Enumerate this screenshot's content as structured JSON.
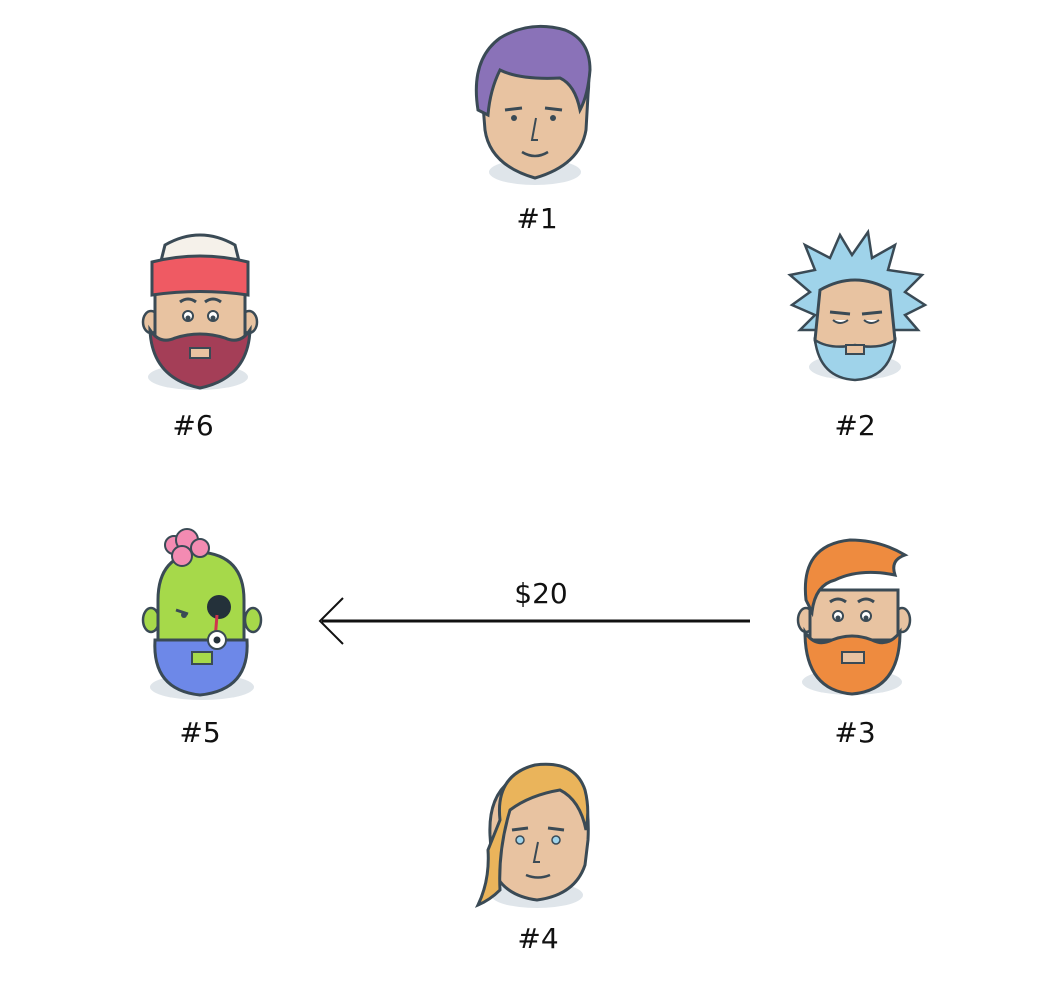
{
  "participants": [
    {
      "id": "p1",
      "label": "#1",
      "avatar": "purple-hair-man-avatar"
    },
    {
      "id": "p2",
      "label": "#2",
      "avatar": "blue-spiky-hair-old-man-avatar"
    },
    {
      "id": "p3",
      "label": "#3",
      "avatar": "orange-bearded-man-avatar"
    },
    {
      "id": "p4",
      "label": "#4",
      "avatar": "blonde-woman-avatar"
    },
    {
      "id": "p5",
      "label": "#5",
      "avatar": "green-zombie-avatar"
    },
    {
      "id": "p6",
      "label": "#6",
      "avatar": "red-beanie-bearded-man-avatar"
    }
  ],
  "transfer": {
    "from": "p3",
    "to": "p5",
    "amount": "$20"
  },
  "colors": {
    "skin": "#e8c3a1",
    "outline": "#3a4a55",
    "shadow": "#dfe5ea",
    "purple_hair": "#8a72b8",
    "blue_hair": "#9fd3ea",
    "orange": "#ee8b3f",
    "blonde": "#eab45b",
    "zombie_green": "#a6d94a",
    "zombie_blue": "#6d88e8",
    "beanie_red": "#ef5a63",
    "beard_maroon": "#a43e57",
    "brain_pink": "#f38bb2"
  }
}
